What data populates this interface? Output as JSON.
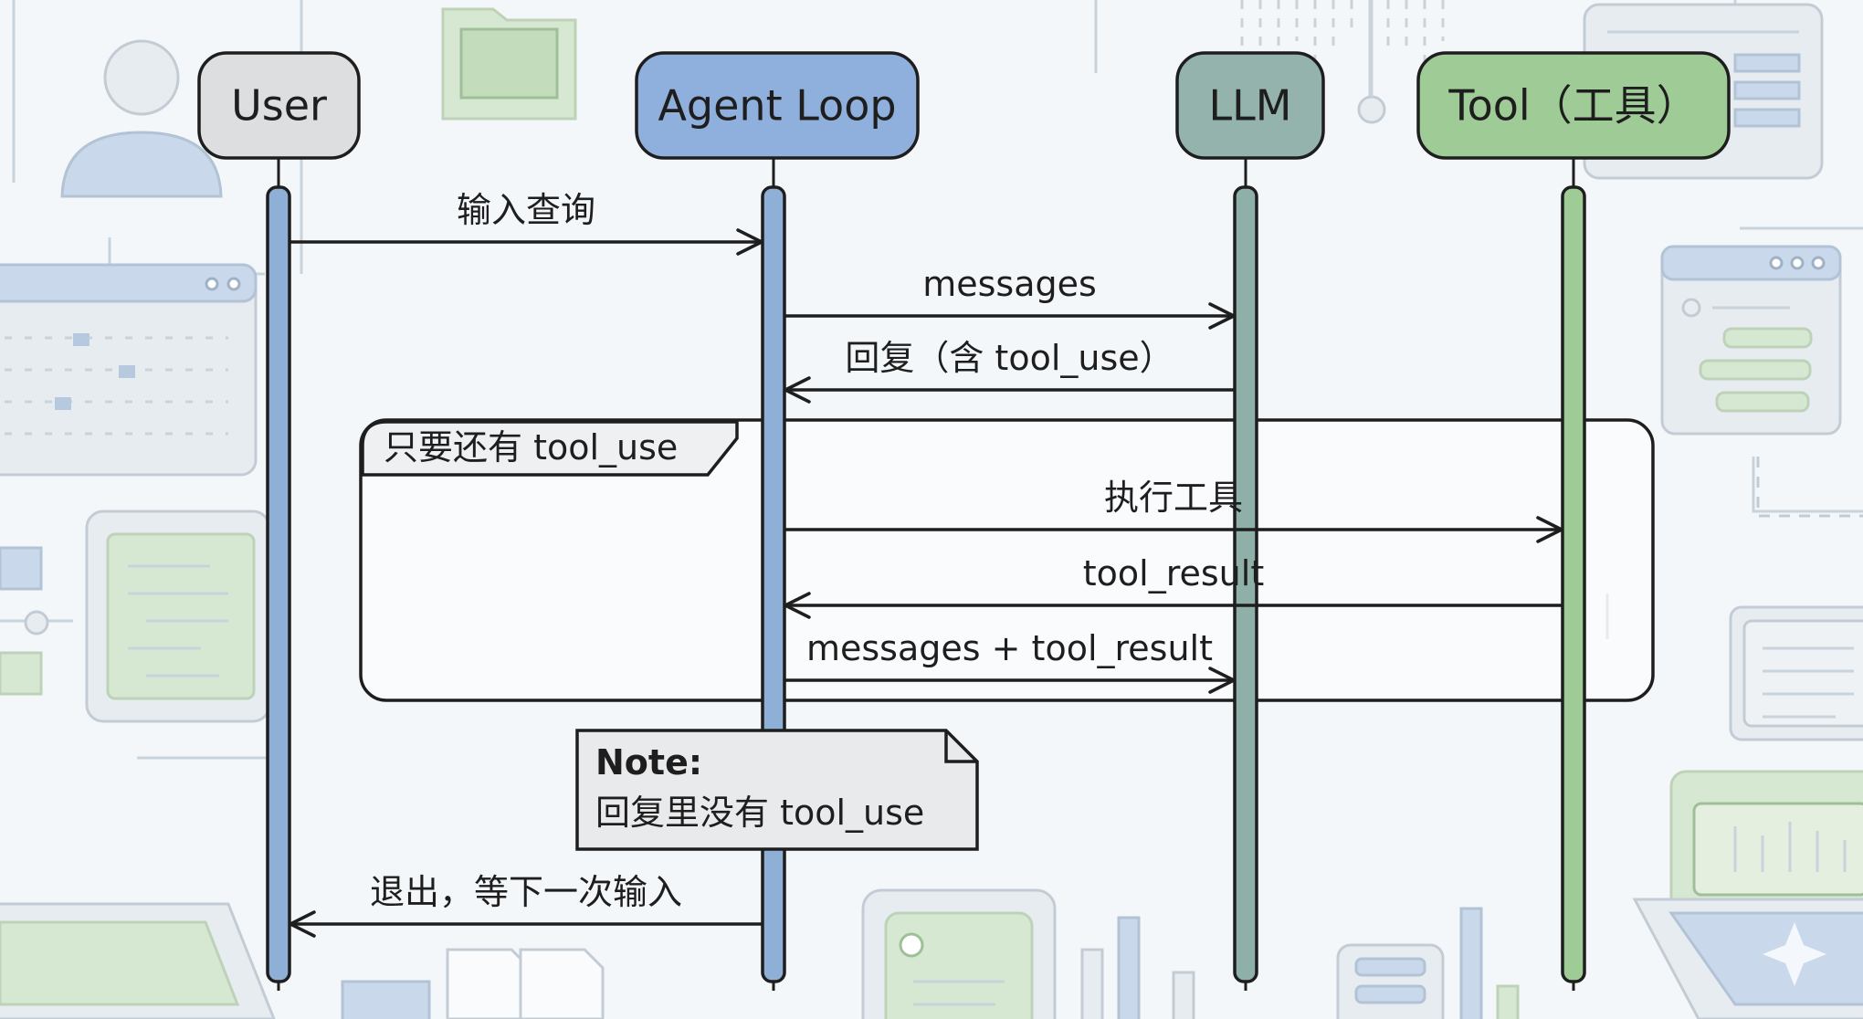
{
  "participants": [
    {
      "id": "user",
      "label": "User",
      "color": "#dcdee0",
      "bar": "#8fb0d6"
    },
    {
      "id": "agent",
      "label": "Agent Loop",
      "color": "#8fb0dc",
      "bar": "#8fb0d6"
    },
    {
      "id": "llm",
      "label": "LLM",
      "color": "#94b3ad",
      "bar": "#8fb0a8"
    },
    {
      "id": "tool",
      "label": "Tool（工具）",
      "color": "#9fcc96",
      "bar": "#9fcc96"
    }
  ],
  "messages": [
    {
      "from": "user",
      "to": "agent",
      "label": "输入查询"
    },
    {
      "from": "agent",
      "to": "llm",
      "label": "messages"
    },
    {
      "from": "llm",
      "to": "agent",
      "label": "回复（含 tool_use）"
    },
    {
      "from": "agent",
      "to": "tool",
      "label": "执行工具"
    },
    {
      "from": "tool",
      "to": "agent",
      "label": "tool_result"
    },
    {
      "from": "agent",
      "to": "llm",
      "label": "messages + tool_result"
    },
    {
      "from": "agent",
      "to": "user",
      "label": "退出，等下一次输入"
    }
  ],
  "loop": {
    "label": "只要还有 tool_use"
  },
  "note": {
    "title": "Note:",
    "text": "回复里没有 tool_use"
  },
  "colors": {
    "ink": "#1e1e1e",
    "note_fill": "#e9eaeb",
    "loop_fill": "#ffffff"
  }
}
